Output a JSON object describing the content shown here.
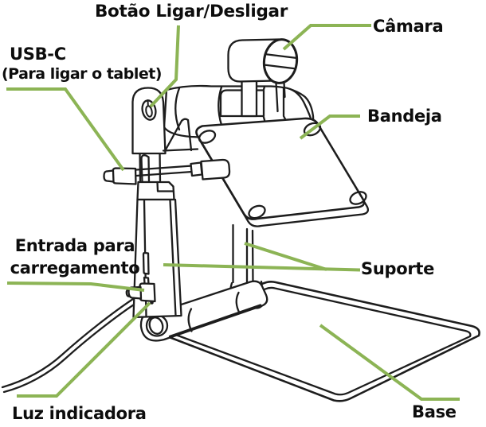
{
  "diagram": {
    "labels": {
      "power_button": {
        "text": "Botão Ligar/Desligar"
      },
      "camera": {
        "text": "Câmara"
      },
      "usb_c": {
        "text": "USB-C"
      },
      "usb_c_sub": {
        "text": "(Para ligar o tablet)"
      },
      "tray": {
        "text": "Bandeja"
      },
      "charging_port": {
        "text": "Entrada para carregamento"
      },
      "support": {
        "text": "Suporte"
      },
      "indicator_light": {
        "text": "Luz indicadora"
      },
      "base": {
        "text": "Base"
      }
    },
    "icons": {
      "power_icon": "power-symbol-on-button"
    },
    "colors": {
      "leader_line_green": "#8cb455",
      "outline_black": "#1d1d1d",
      "background": "#ffffff",
      "text": "#0d0d0d"
    }
  }
}
